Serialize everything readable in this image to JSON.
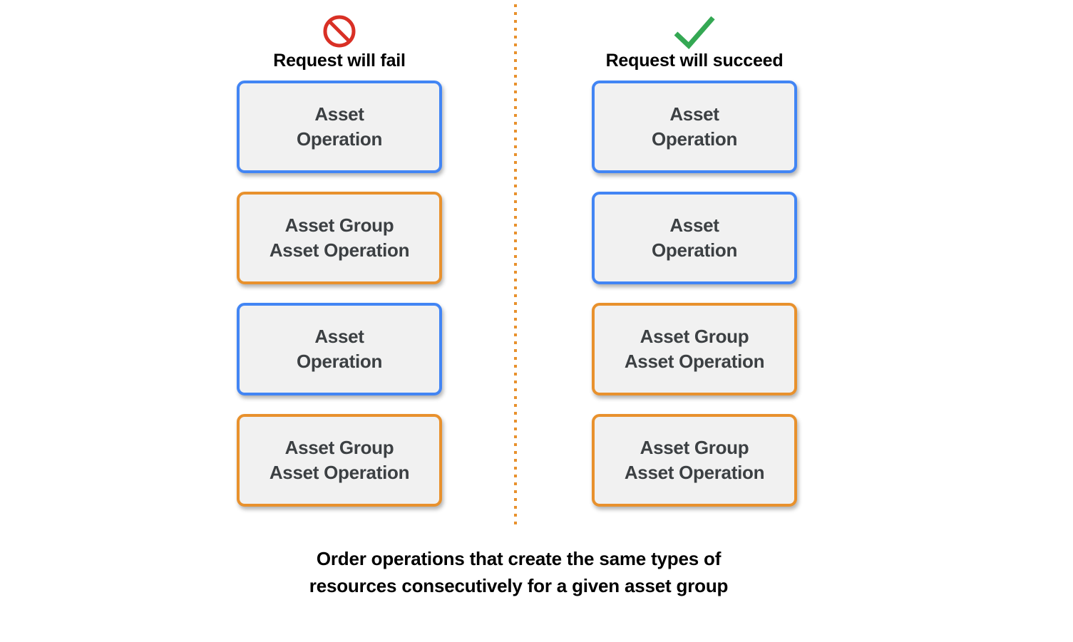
{
  "colors": {
    "accent_blue": "#4285f4",
    "accent_orange": "#e8912d",
    "fail_red": "#d93025",
    "succeed_green": "#34a853",
    "card_fill": "#f1f1f1",
    "card_text": "#3c4043",
    "caption_text": "#000000",
    "divider": "#e8912d",
    "background": "#ffffff"
  },
  "columns": [
    {
      "id": "fail",
      "icon": "prohibition-icon",
      "icon_color": "#d93025",
      "title": "Request will fail",
      "cards": [
        {
          "label": "Asset\nOperation",
          "accent": "blue",
          "accent_color": "#4285f4"
        },
        {
          "label": "Asset Group\nAsset Operation",
          "accent": "orange",
          "accent_color": "#e8912d"
        },
        {
          "label": "Asset\nOperation",
          "accent": "blue",
          "accent_color": "#4285f4"
        },
        {
          "label": "Asset Group\nAsset Operation",
          "accent": "orange",
          "accent_color": "#e8912d"
        }
      ]
    },
    {
      "id": "succeed",
      "icon": "checkmark-icon",
      "icon_color": "#34a853",
      "title": "Request will succeed",
      "cards": [
        {
          "label": "Asset\nOperation",
          "accent": "blue",
          "accent_color": "#4285f4"
        },
        {
          "label": "Asset\nOperation",
          "accent": "blue",
          "accent_color": "#4285f4"
        },
        {
          "label": "Asset Group\nAsset Operation",
          "accent": "orange",
          "accent_color": "#e8912d"
        },
        {
          "label": "Asset Group\nAsset Operation",
          "accent": "orange",
          "accent_color": "#e8912d"
        }
      ]
    }
  ],
  "caption": "Order operations that create the same types of\nresources consecutively for a given asset group"
}
